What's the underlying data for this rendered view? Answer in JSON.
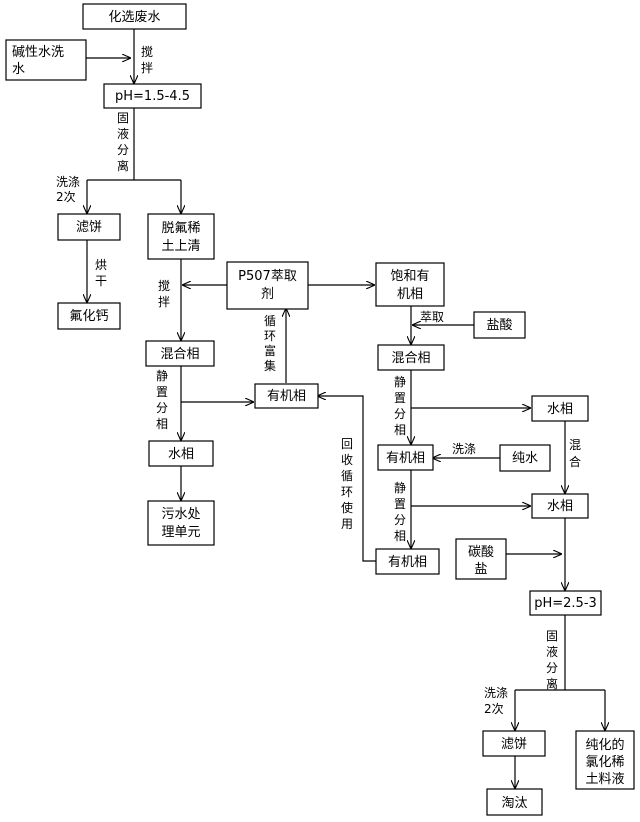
{
  "boxes": {
    "raw_wastewater": "化选废水",
    "alkaline_wash": [
      "碱性水洗",
      "水"
    ],
    "ph1": "pH=1.5-4.5",
    "filter_cake1": "滤饼",
    "supernatant": [
      "脱氟稀",
      "土上清"
    ],
    "calcium_fluoride": "氟化钙",
    "p507": [
      "P507萃取",
      "剂"
    ],
    "saturated_organic": [
      "饱和有",
      "机相"
    ],
    "hydrochloric_acid": "盐酸",
    "mixed_phase1": "混合相",
    "mixed_phase2": "混合相",
    "organic_phase_mid": "有机相",
    "aqueous_phase1": "水相",
    "aqueous_phase_right1": "水相",
    "organic_phase2": "有机相",
    "pure_water": "纯水",
    "sewage_unit": [
      "污水处",
      "理单元"
    ],
    "aqueous_phase_right2": "水相",
    "carbonate": [
      "碳酸",
      "盐"
    ],
    "organic_phase3": "有机相",
    "ph2": "pH=2.5-3",
    "filter_cake2": "滤饼",
    "rare_earth_liquid": [
      "纯化的",
      "氯化稀",
      "土料液"
    ],
    "discard": "淘汰"
  },
  "labels": {
    "stir1": [
      "搅",
      "拌"
    ],
    "solid_liquid1": [
      "固",
      "液",
      "分",
      "离"
    ],
    "wash2_1": [
      "洗涤",
      "2次"
    ],
    "dry": [
      "烘",
      "干"
    ],
    "stir2": [
      "搅",
      "拌"
    ],
    "cycle_enrich": [
      "循",
      "环",
      "富",
      "集"
    ],
    "extract": "萃取",
    "settle1": [
      "静",
      "置",
      "分",
      "相"
    ],
    "settle2": [
      "静",
      "置",
      "分",
      "相"
    ],
    "wash": "洗涤",
    "mix": [
      "混",
      "合"
    ],
    "recycle": [
      "回",
      "收",
      "循",
      "环",
      "使",
      "用"
    ],
    "settle3": [
      "静",
      "置",
      "分",
      "相"
    ],
    "solid_liquid2": [
      "固",
      "液",
      "分",
      "离"
    ],
    "wash2_2": [
      "洗涤",
      "2次"
    ]
  }
}
